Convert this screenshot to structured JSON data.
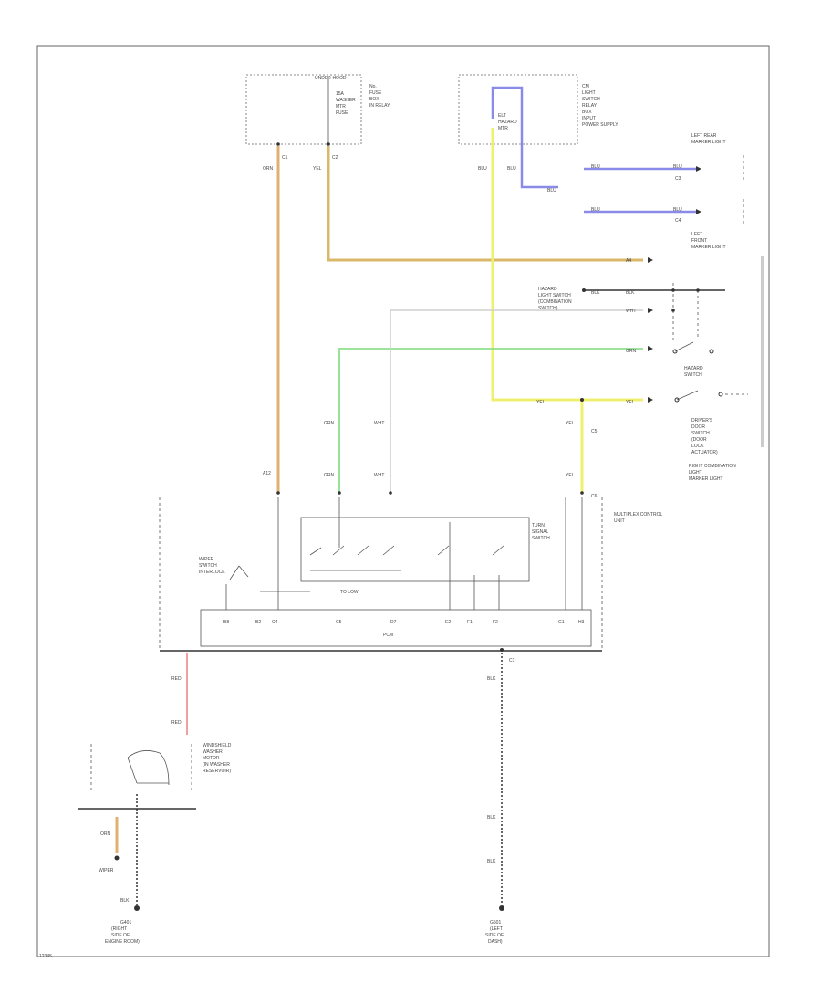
{
  "diagram": {
    "components": {
      "top_fuse_box": {
        "title": "UNDER-HOOD",
        "lines": [
          "15A",
          "WASHER",
          "MTR",
          "FUSE"
        ]
      },
      "top_fuse_box_side": [
        "No.",
        "FUSE",
        "BOX",
        "IN RELAY"
      ],
      "relay_box": {
        "lines": [
          "ELT",
          "HAZARD",
          "MTR"
        ]
      },
      "relay_box_side": [
        "CM",
        "LIGHT",
        "SWITCH",
        "RELAY",
        "BOX",
        "INPUT",
        "POWER SUPPLY"
      ],
      "left_rear_marker": [
        "LEFT REAR",
        "MARKER LIGHT"
      ],
      "left_front_marker": [
        "LEFT",
        "FRONT",
        "MARKER LIGHT"
      ],
      "hazard_switch_title": [
        "HAZARD",
        "LIGHT SWITCH",
        "(COMBINATION",
        "SWITCH)"
      ],
      "hazard_switch": [
        "HAZARD",
        "SWITCH"
      ],
      "door_switch": [
        "DRIVER'S",
        "DOOR",
        "SWITCH",
        "(DOOR",
        "LOCK",
        "ACTUATOR)"
      ],
      "right_marker": [
        "RIGHT COMBINATION",
        "LIGHT",
        "MARKER LIGHT"
      ],
      "multiplex_unit": [
        "MULTIPLEX CONTROL",
        "UNIT"
      ],
      "wiper_switch": [
        "WIPER",
        "SWITCH",
        "INTERLOCK"
      ],
      "turn_switch": [
        "TURN",
        "SIGNAL",
        "SWITCH"
      ],
      "mode_label": "TO LOW",
      "pcm_label": "PCM",
      "washer_motor": [
        "WINDSHIELD",
        "WASHER",
        "MOTOR",
        "(IN WASHER",
        "RESERVOIR)"
      ],
      "ground_left": [
        "G401",
        "(RIGHT",
        "SIDE OF",
        "ENGINE ROOM)"
      ],
      "ground_right": [
        "G501",
        "(LEFT",
        "SIDE OF",
        "DASH)"
      ]
    },
    "wire_labels": {
      "org_top": "ORN",
      "yel_top": "YEL",
      "blu": "BLU",
      "yel_right": "YEL",
      "blu_left": "BLU",
      "blu_right": "BLU",
      "red_conn": "RED",
      "blk": "BLK",
      "grn": "GRN",
      "wht": "WHT",
      "blk_bottom": "BLK",
      "blk_bottom2": "BLK"
    },
    "connector_ids": [
      "C1",
      "C2",
      "C3",
      "C4",
      "C5",
      "C6"
    ],
    "pin_labels": [
      "A12",
      "A4",
      "B8",
      "B2",
      "C4",
      "C5",
      "D7",
      "E2",
      "F1",
      "F2",
      "G1",
      "H3"
    ],
    "footer_code": "12345"
  }
}
